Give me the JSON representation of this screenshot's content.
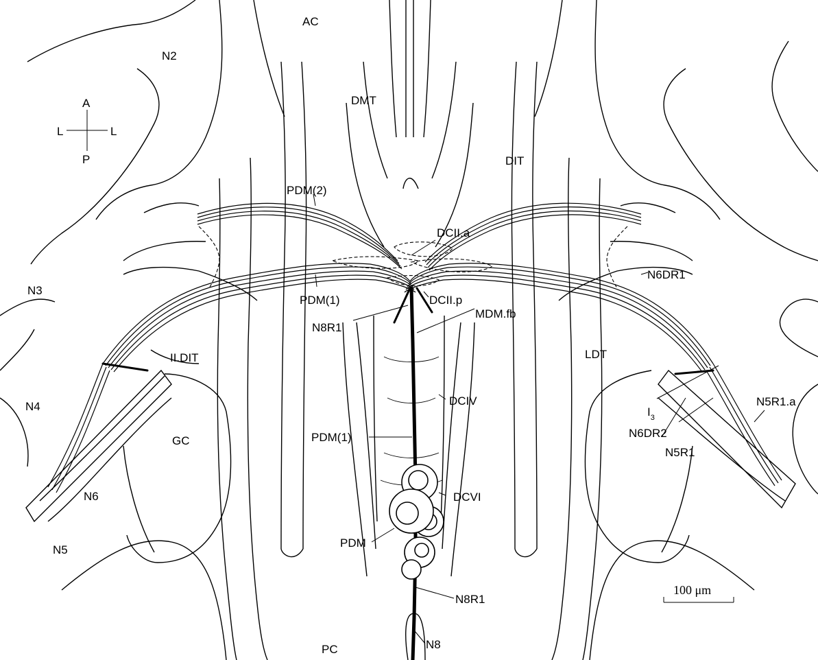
{
  "labels": {
    "ac": "AC",
    "pc": "PC",
    "n2": "N2",
    "n3": "N3",
    "n4": "N4",
    "n5": "N5",
    "n6": "N6",
    "n8": "N8",
    "dmt": "DMT",
    "dit": "DIT",
    "ldt": "LDT",
    "gc": "GC",
    "ii_dit": "II.DIT",
    "pdm2": "PDM(2)",
    "pdm1_top": "PDM(1)",
    "pdm1_mid": "PDM(1)",
    "pdm": "PDM",
    "dcii_a": "DCII.a",
    "dcii_p": "DCII.p",
    "n8r1_top": "N8R1",
    "n8r1_bottom": "N8R1",
    "mdm_fb": "MDM.fb",
    "dciv": "DCIV",
    "dcvi": "DCVI",
    "n6dr1": "N6DR1",
    "n6dr2": "N6DR2",
    "n5r1": "N5R1",
    "n5r1_a": "N5R1.a",
    "i3_base": "I",
    "i3_sub": "3"
  },
  "compass": {
    "anterior": "A",
    "posterior": "P",
    "left": "L",
    "right": "L"
  },
  "scale_bar": {
    "label": "100 μm"
  }
}
